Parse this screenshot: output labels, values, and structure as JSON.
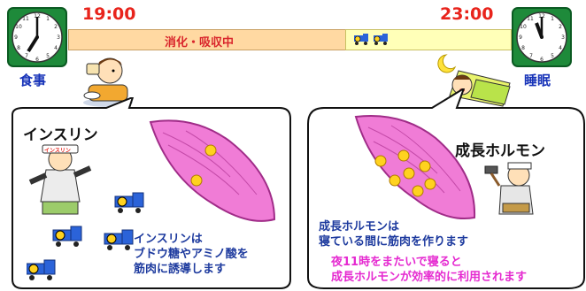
{
  "timeline": {
    "start_time": "19:00",
    "end_time": "23:00",
    "digestion_label": "消化・吸収中",
    "left_label": "食事",
    "right_label": "睡眠"
  },
  "insulin_panel": {
    "title": "インスリン",
    "badge_text": "インスリン",
    "description": [
      "インスリンは",
      "ブドウ糖やアミノ酸を",
      "筋肉に誘導します"
    ]
  },
  "growth_hormone_panel": {
    "title": "成長ホルモン",
    "description": [
      "成長ホルモンは",
      "寝ている間に筋肉を作ります"
    ],
    "note": [
      "夜11時をまたいで寝ると",
      "成長ホルモンが効率的に利用されます"
    ]
  },
  "colors": {
    "time_red": "#e8241c",
    "label_blue": "#1733b8",
    "muscle_pink": "#f07cd6",
    "nutrient_yellow": "#ffd21f",
    "truck_blue": "#2b63d9",
    "highlight_magenta": "#e52ad0"
  }
}
